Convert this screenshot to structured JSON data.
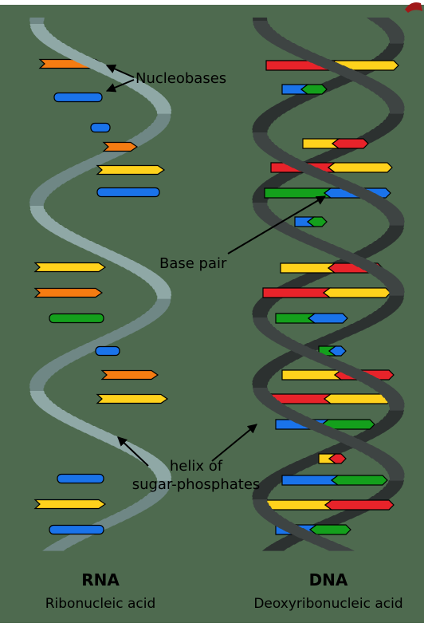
{
  "labels": {
    "nucleobases": "Nucleobases",
    "base_pair": "Base pair",
    "helix_line1": "helix of",
    "helix_line2": "sugar-phosphates"
  },
  "rna": {
    "name": "RNA",
    "full_name": "Ribonucleic acid"
  },
  "dna": {
    "name": "DNA",
    "full_name": "Deoxyribonucleic acid"
  },
  "colors": {
    "background": "#4e6a4f",
    "rna_backbone": "#8fa8a6",
    "dna_backbone": "#3e4443",
    "adenine": "#e8232a",
    "uracil_orange": "#f57c12",
    "thymine_yellow": "#ffd21c",
    "cytosine_blue": "#1a73ea",
    "guanine_green": "#14a01c",
    "corner_mark": "#a01818"
  }
}
